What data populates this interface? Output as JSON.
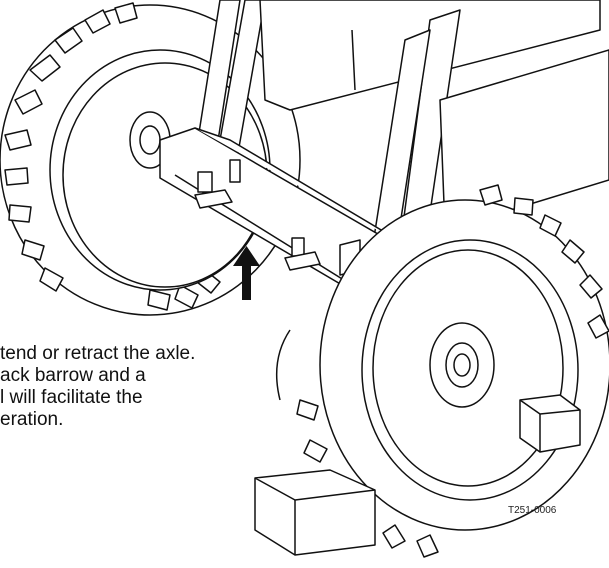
{
  "callout": {
    "lines": [
      "tend or retract the axle.",
      "ack barrow and a",
      "l will facilitate the",
      "eration."
    ]
  },
  "figure_id": "T251-0006",
  "arrow": {
    "direction": "up"
  },
  "colors": {
    "line": "#111111",
    "fill": "#ffffff"
  }
}
